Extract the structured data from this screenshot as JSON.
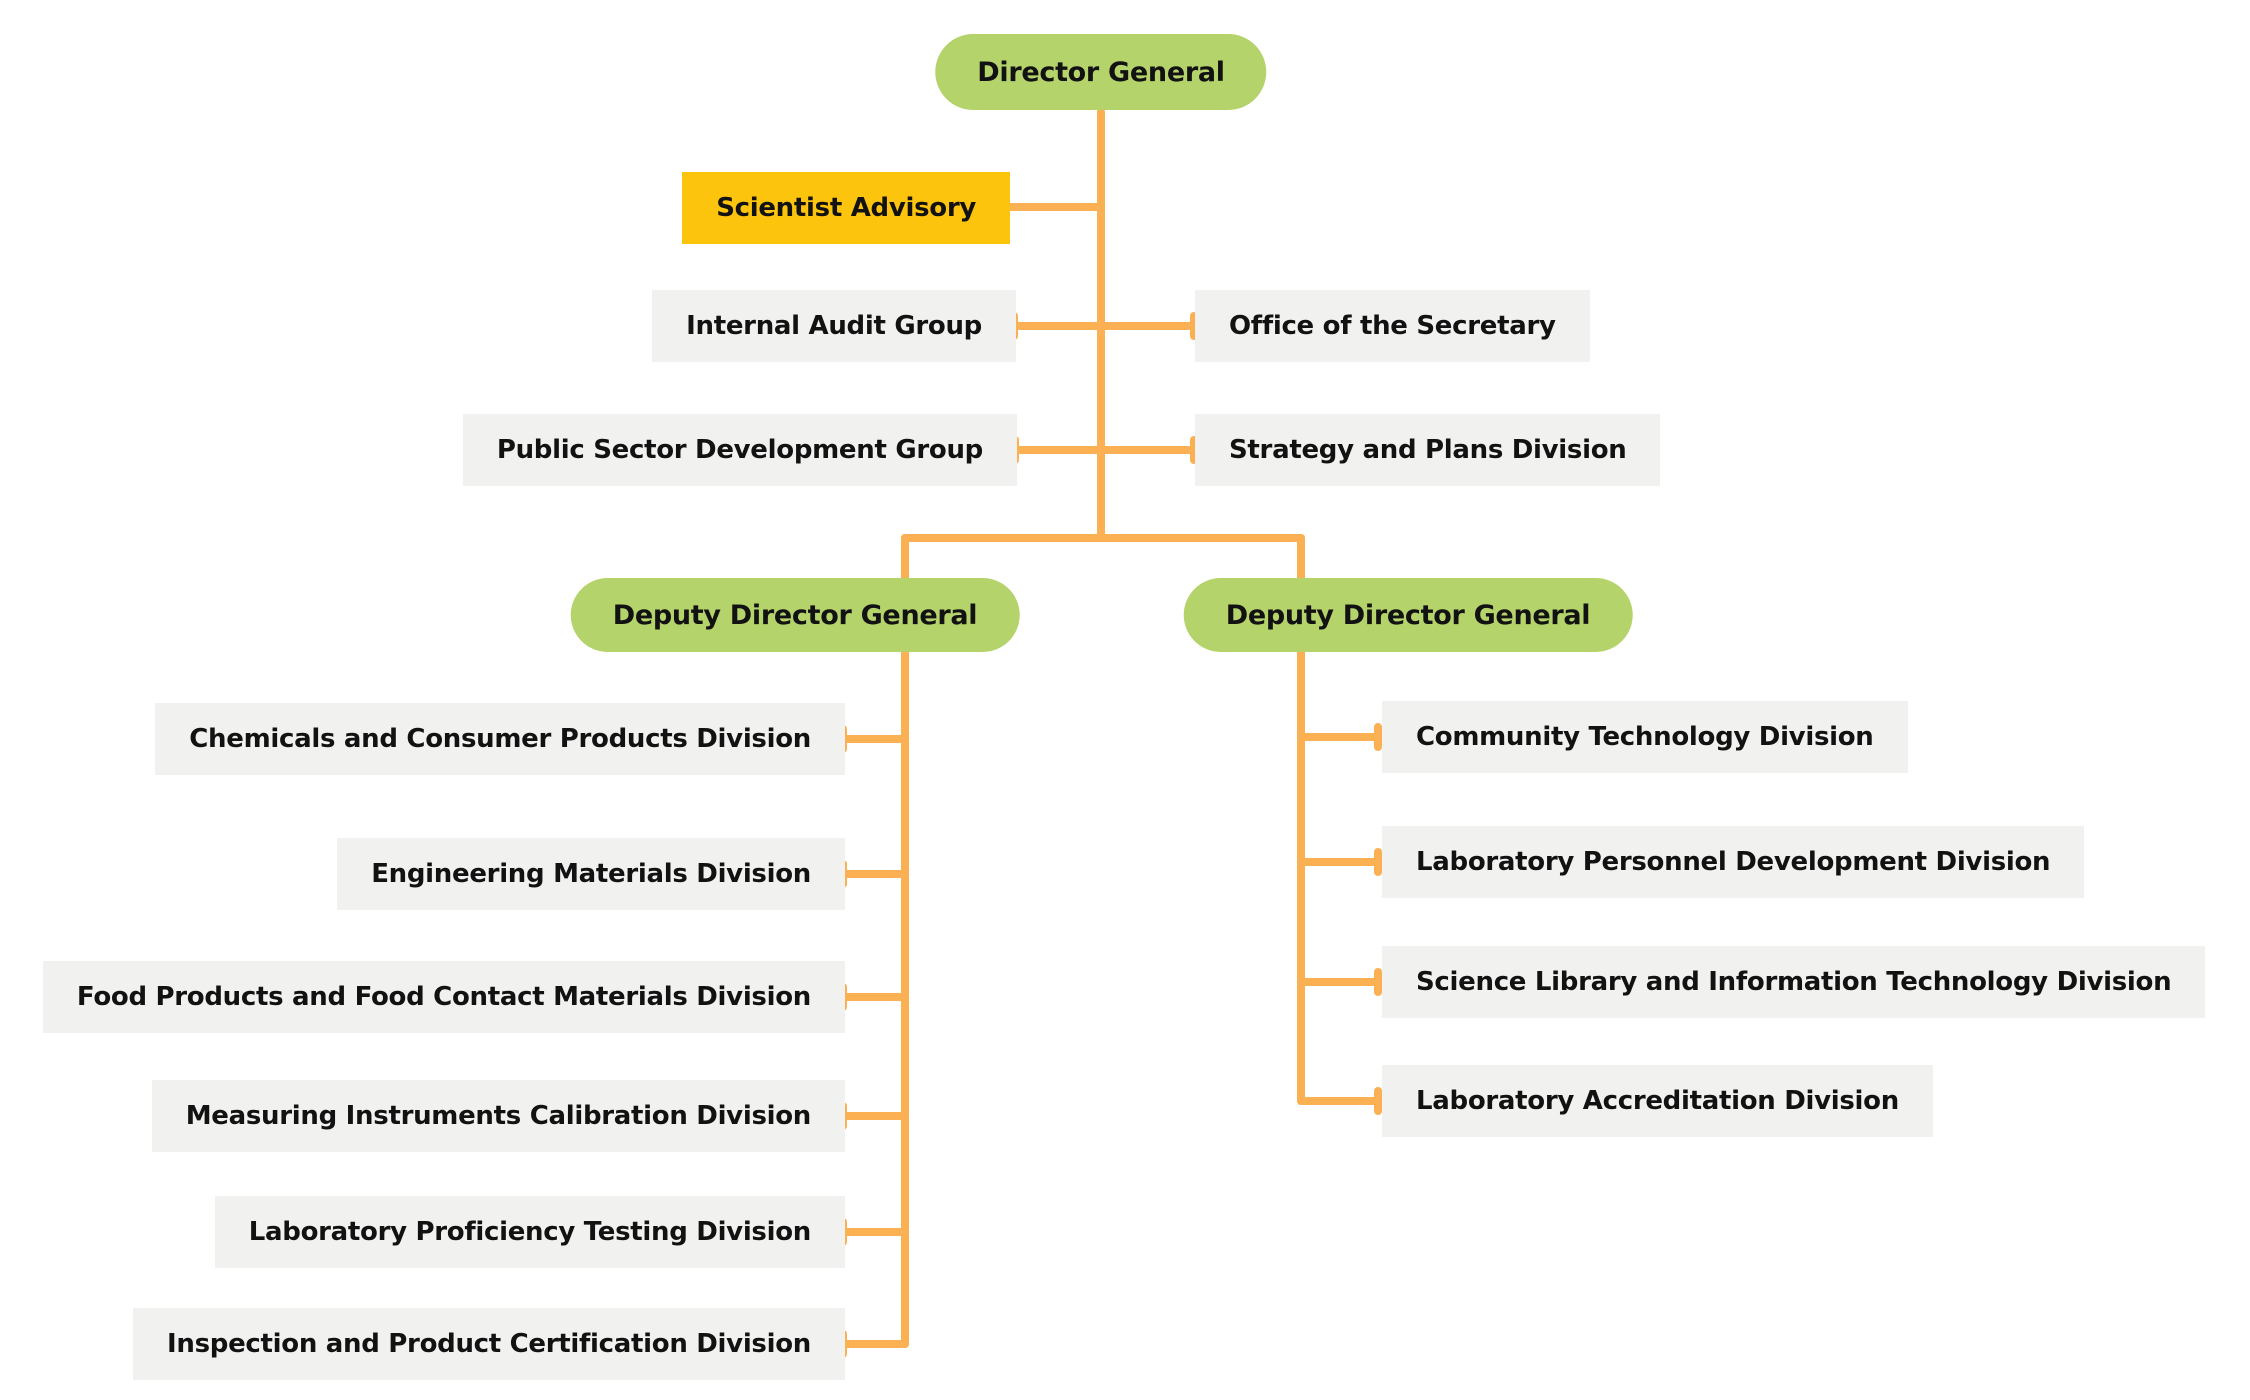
{
  "diagram": {
    "type": "org-chart",
    "director": {
      "label": "Director General"
    },
    "advisory": {
      "label": "Scientist Advisory"
    },
    "staff_rows": [
      {
        "left": "Internal Audit Group",
        "right": "Office of the Secretary"
      },
      {
        "left": "Public Sector Development Group",
        "right": "Strategy and Plans Division"
      }
    ],
    "deputies": [
      {
        "label": "Deputy Director General",
        "divisions": [
          "Chemicals and Consumer Products Division",
          "Engineering Materials Division",
          "Food Products and Food Contact Materials Division",
          "Measuring Instruments Calibration Division",
          "Laboratory Proficiency Testing Division",
          "Inspection and Product Certification Division"
        ]
      },
      {
        "label": "Deputy Director General",
        "divisions": [
          "Community Technology Division",
          "Laboratory Personnel Development Division",
          "Science Library and Information Technology Division",
          "Laboratory Accreditation Division"
        ]
      }
    ],
    "colors": {
      "executive": "#b4d36a",
      "advisory": "#fdc40d",
      "unit": "#f1f1ef",
      "connector": "#fbb054",
      "text": "#121212",
      "background": "#ffffff"
    }
  }
}
